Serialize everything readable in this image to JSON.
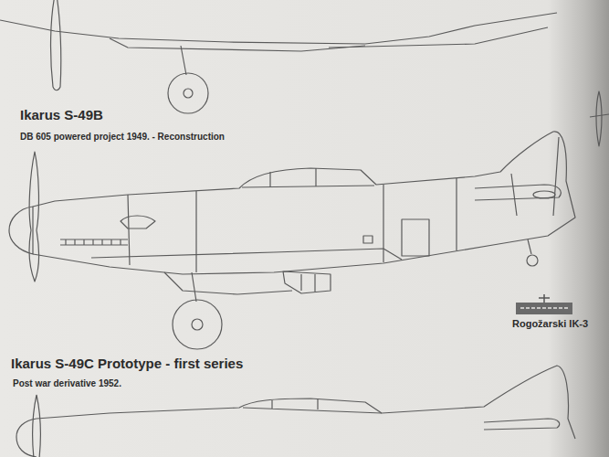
{
  "diagram": {
    "labels": [
      "Ikarus S-49B",
      "DB 605 powered project 1949. - Reconstruction",
      "Rogožarski IK-3",
      "Ikarus S-49C Prototype - first series",
      "Post war derivative 1952."
    ]
  }
}
